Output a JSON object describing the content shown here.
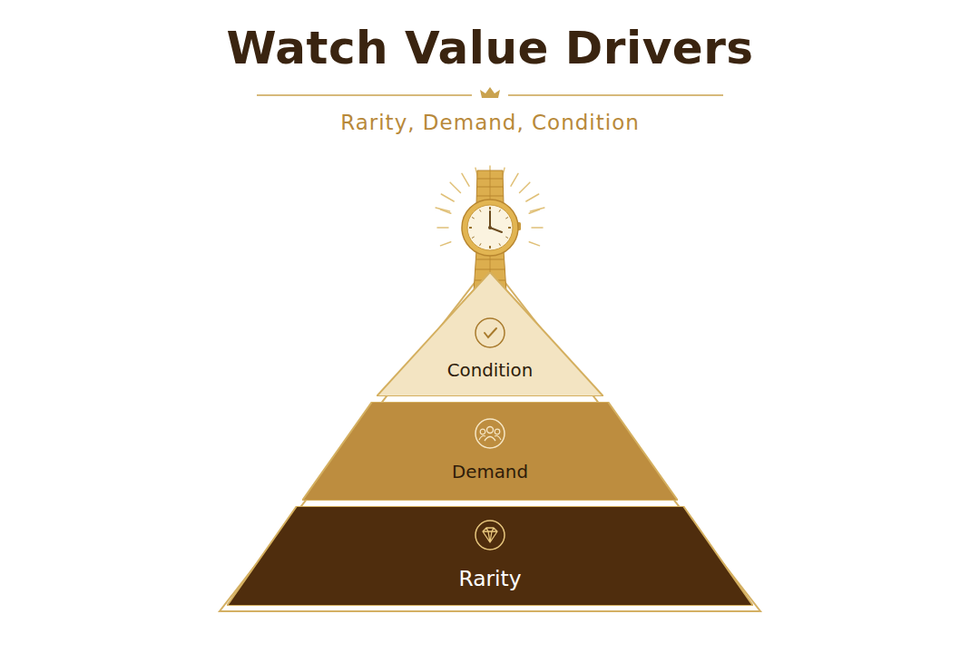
{
  "diagram": {
    "title": "Watch Value Drivers",
    "caption": "Rarity, Demand, Condition",
    "nodes": [
      {
        "text": [
          "Condition"
        ]
      },
      {
        "text": [
          "Demand"
        ]
      },
      {
        "text": [
          "Rarity"
        ]
      }
    ]
  }
}
